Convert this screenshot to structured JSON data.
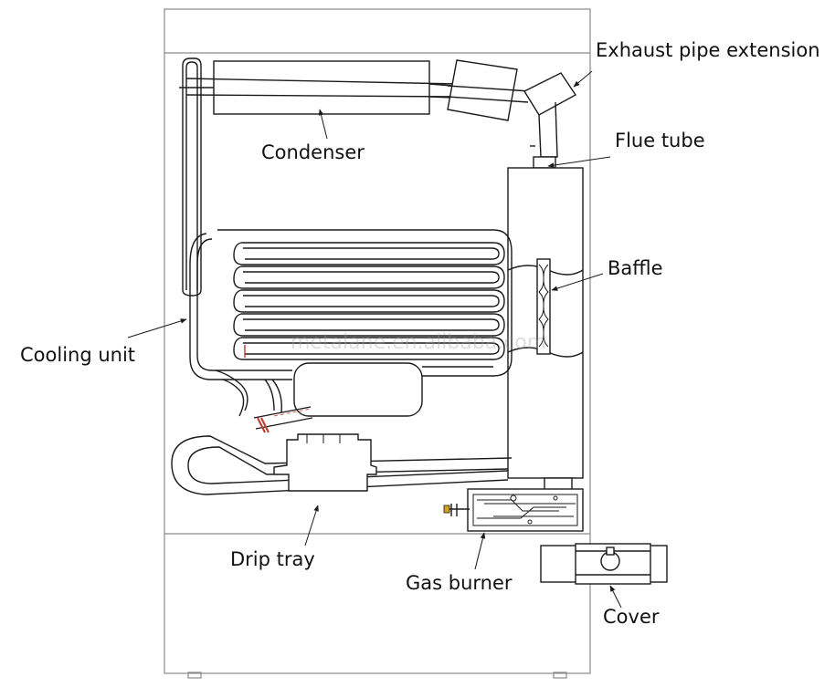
{
  "labels": {
    "exhaust_pipe_extension": "Exhaust pipe extension",
    "condenser": "Condenser",
    "flue_tube": "Flue tube",
    "baffle": "Baffle",
    "cooling_unit": "Cooling unit",
    "drip_tray": "Drip tray",
    "gas_burner": "Gas burner",
    "cover": "Cover"
  },
  "watermark": "metalane.en.alibaba.com",
  "colors": {
    "line": "#1a1a1a",
    "heater_mark": "#c0392b",
    "cabinet_edge": "#8a8a8a"
  }
}
